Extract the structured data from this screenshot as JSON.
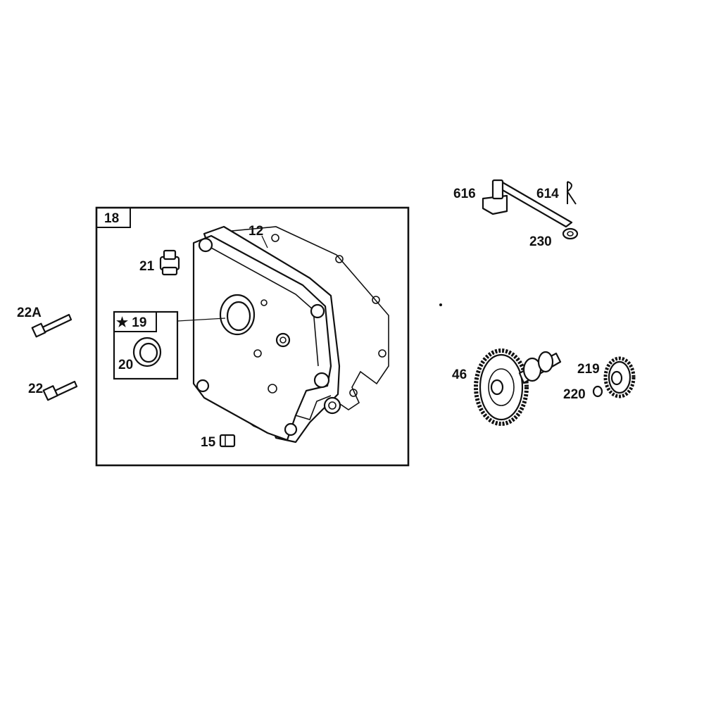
{
  "labels": {
    "p18": "18",
    "p12": "12",
    "p21": "21",
    "p19": "★ 19",
    "p20": "20",
    "p22a": "22A",
    "p22": "22",
    "p15": "15",
    "p616": "616",
    "p614": "614",
    "p230": "230",
    "p46": "46",
    "p219": "219",
    "p220": "220"
  }
}
